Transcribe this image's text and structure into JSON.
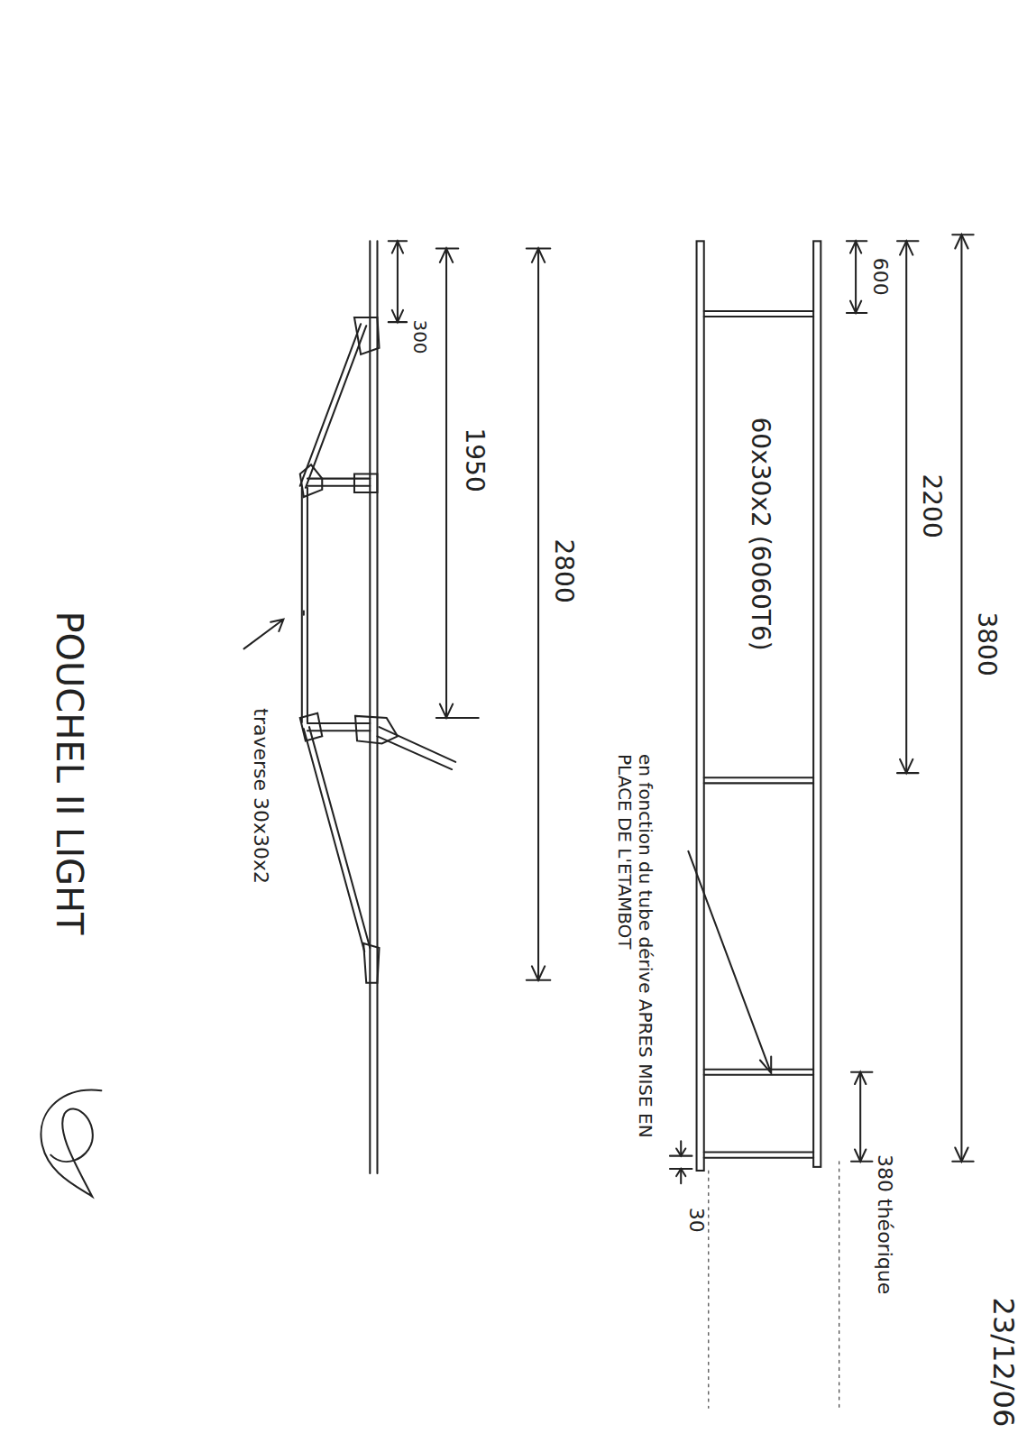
{
  "diagram": {
    "title": "POUCHEL II LIGHT",
    "labels": [
      "3800",
      "2200",
      "600",
      "60x30x2 (6060T6)",
      "en fonction du tube dérive APRES MISE EN PLACE DE L'ETAMBOT",
      "380 théorique",
      "30",
      "300",
      "1950",
      "2800",
      "traverse 30x30x2",
      "23/12/06"
    ]
  }
}
